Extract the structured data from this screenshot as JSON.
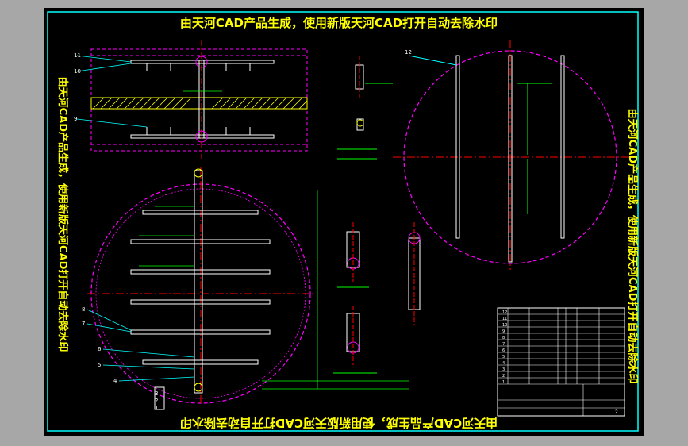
{
  "watermark": {
    "top": "由天河CAD产品生成，使用新版天河CAD打开自动去除水印",
    "bottom": "由天河CAD产品生成，使用新版天河CAD打开自动去除水印",
    "left": "由天河CAD产品生成，使用新版天河CAD打开自动去除水印",
    "right": "由天河CAD产品生成，使用新版天河CAD打开自动去除水印"
  },
  "callouts": {
    "view1": [
      "11",
      "10",
      "9"
    ],
    "view_plan": [
      "8",
      "7",
      "6",
      "5",
      "4",
      "3",
      "2",
      "1"
    ],
    "view_circle": [
      "12"
    ]
  },
  "title_block": {
    "rows": [
      "12",
      "11",
      "10",
      "9",
      "8",
      "7",
      "6",
      "5",
      "4",
      "3",
      "2",
      "1"
    ],
    "sheet_no": "2"
  },
  "colors": {
    "frame": "#00ffff",
    "dim": "#00ff00",
    "center": "#ff0000",
    "outline": "#ff00ff",
    "text_yellow": "#ffff00",
    "background": "#000000"
  }
}
